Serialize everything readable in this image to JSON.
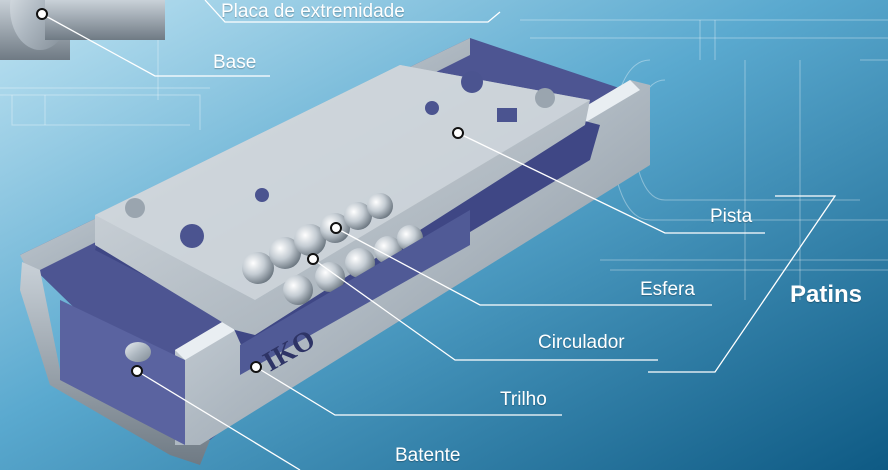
{
  "title": "Patins",
  "labels": {
    "placa": "Placa de extremidade",
    "base": "Base",
    "pista": "Pista",
    "esfera": "Esfera",
    "circulador": "Circulador",
    "trilho": "Trilho",
    "batente": "Batente"
  },
  "brand": "IKO",
  "colors": {
    "background_light": "#a9d8ec",
    "background_dark": "#0f5b86",
    "leader_line": "#ffffff",
    "rail_metal": "#b8c1c9",
    "inner_blue": "#4d5592"
  }
}
